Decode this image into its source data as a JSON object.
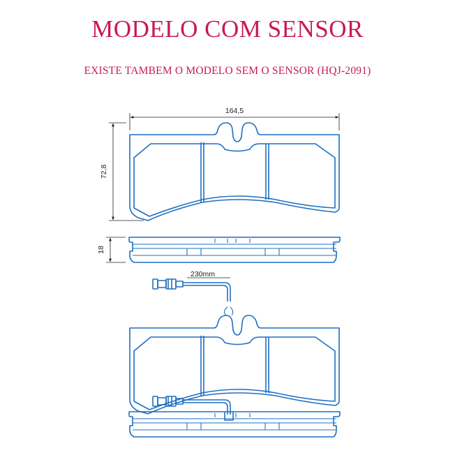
{
  "title": "MODELO COM SENSOR",
  "subtitle": "EXISTE TAMBEM O MODELO SEM O SENSOR (HQJ-2091)",
  "dimensions": {
    "width": "164,5",
    "height": "72,8",
    "thickness": "18",
    "sensor_cable": "230mm"
  },
  "colors": {
    "title": "#c8195a",
    "drawing": "#1e6fc2",
    "dimension_lines": "#222222"
  }
}
